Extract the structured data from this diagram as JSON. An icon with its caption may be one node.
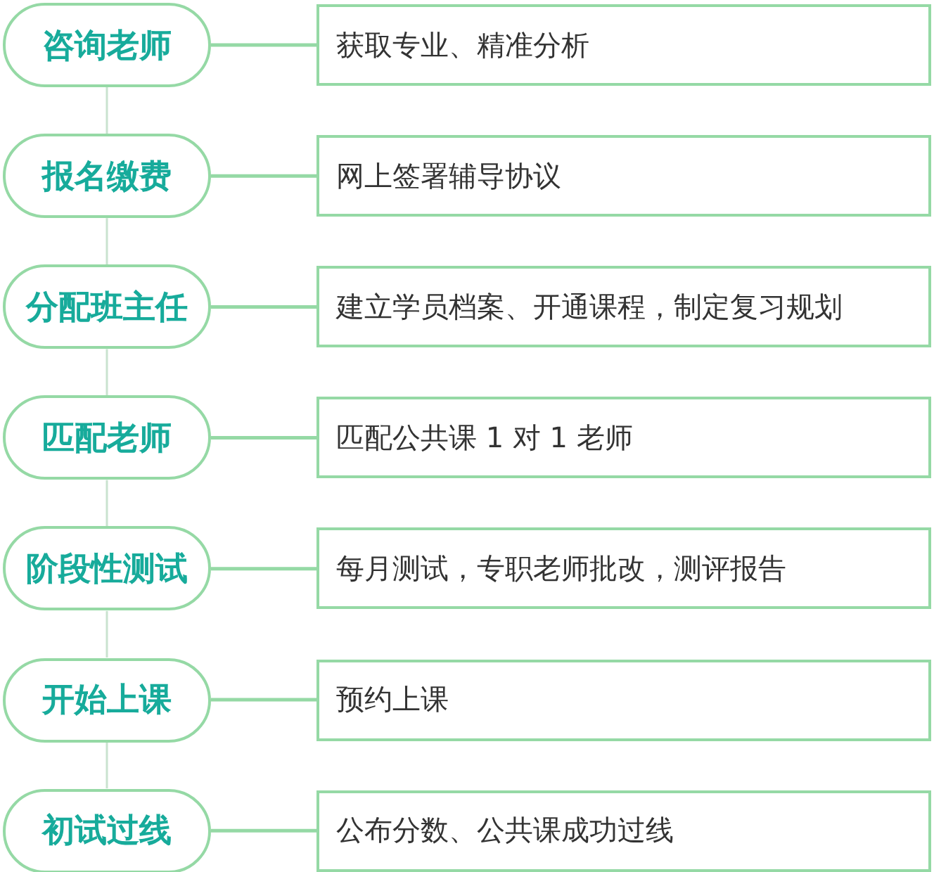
{
  "diagram": {
    "nodes": [
      {
        "text": [
          "咨询老师"
        ]
      },
      {
        "text": [
          "获取专业、精准分析"
        ]
      },
      {
        "text": [
          "报名缴费"
        ]
      },
      {
        "text": [
          "网上签署辅导协议"
        ]
      },
      {
        "text": [
          "分配班主任"
        ]
      },
      {
        "text": [
          "建立学员档案、开通课程，制定复习规划"
        ]
      },
      {
        "text": [
          "匹配老师"
        ]
      },
      {
        "text": [
          "匹配公共课 1 对 1 老师"
        ]
      },
      {
        "text": [
          "阶段性测试"
        ]
      },
      {
        "text": [
          "每月测试，专职老师批改，测评报告"
        ]
      },
      {
        "text": [
          "开始上课"
        ]
      },
      {
        "text": [
          "预约上课"
        ]
      },
      {
        "text": [
          "初试过线"
        ]
      },
      {
        "text": [
          "公布分数、公共课成功过线"
        ]
      }
    ],
    "edges": [
      {
        "from": 0,
        "to": 1,
        "arrow": "none"
      },
      {
        "from": 2,
        "to": 3,
        "arrow": "none"
      },
      {
        "from": 4,
        "to": 5,
        "arrow": "none"
      },
      {
        "from": 6,
        "to": 7,
        "arrow": "none"
      },
      {
        "from": 8,
        "to": 9,
        "arrow": "none"
      },
      {
        "from": 10,
        "to": 11,
        "arrow": "none"
      },
      {
        "from": 12,
        "to": 13,
        "arrow": "none"
      },
      {
        "from": 0,
        "to": 2,
        "arrow": "none",
        "color": "#c9e3cf"
      },
      {
        "from": 2,
        "to": 4,
        "arrow": "none",
        "color": "#c9e3cf"
      },
      {
        "from": 4,
        "to": 6,
        "arrow": "none",
        "color": "#c9e3cf"
      },
      {
        "from": 6,
        "to": 8,
        "arrow": "none",
        "color": "#c9e3cf"
      },
      {
        "from": 8,
        "to": 10,
        "arrow": "none",
        "color": "#c9e3cf"
      },
      {
        "from": 10,
        "to": 12,
        "arrow": "none",
        "color": "#c9e3cf"
      }
    ]
  }
}
